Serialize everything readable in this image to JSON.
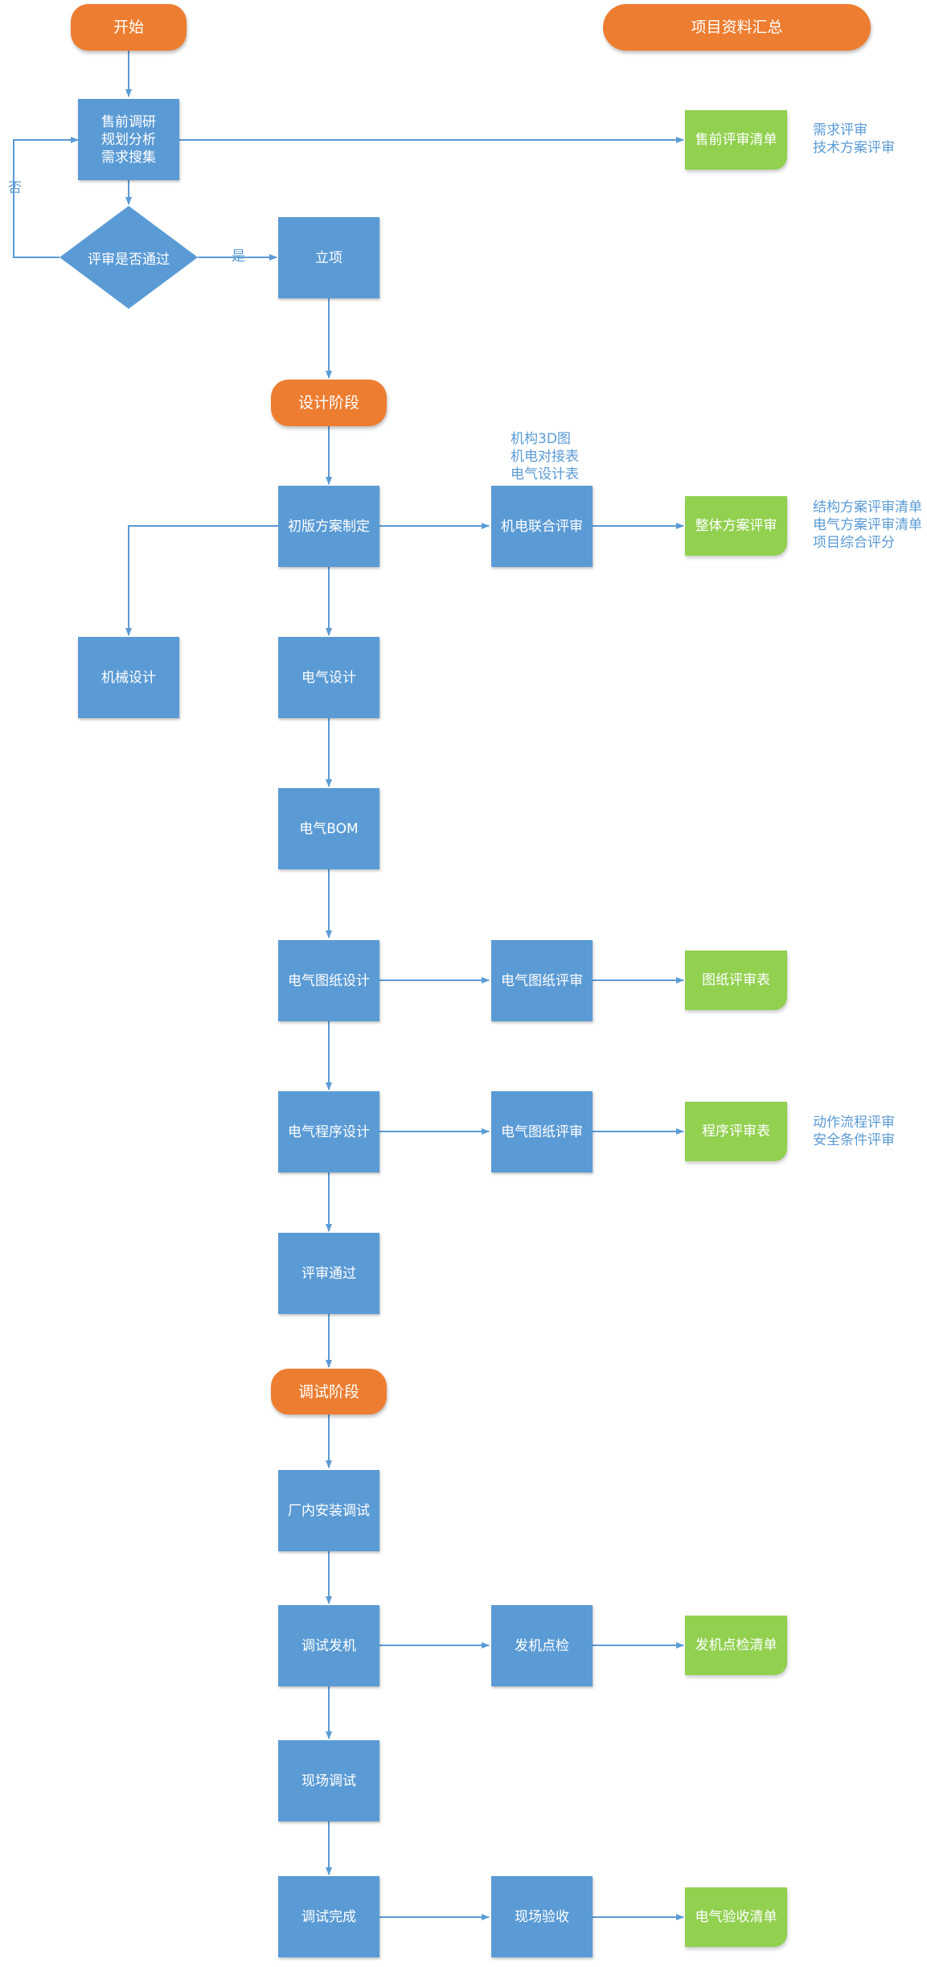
{
  "nodes": {
    "start": "开始",
    "summary": "项目资料汇总",
    "presales": "售前调研\n规划分析\n需求搜集",
    "review_pass": "评审是否通过",
    "yes": "是",
    "no": "否",
    "project_init": "立项",
    "design_phase": "设计阶段",
    "initial_plan": "初版方案制定",
    "mech_elec_review": "机电联合评审",
    "mech_design": "机械设计",
    "elec_design": "电气设计",
    "elec_bom": "电气BOM",
    "elec_drawing_design": "电气图纸设计",
    "elec_drawing_review_1": "电气图纸评审",
    "elec_program_design": "电气程序设计",
    "elec_drawing_review_2": "电气图纸评审",
    "review_passed": "评审通过",
    "debug_phase": "调试阶段",
    "factory_install": "厂内安装调试",
    "debug_dispatch": "调试发机",
    "dispatch_check": "发机点检",
    "site_debug": "现场调试",
    "debug_done": "调试完成",
    "site_acceptance": "现场验收"
  },
  "documents": {
    "presales_list": "售前评审清单",
    "overall_review": "整体方案评审",
    "drawing_review_table": "图纸评审表",
    "program_review_table": "程序评审表",
    "dispatch_check_list": "发机点检清单",
    "acceptance_list": "电气验收清单"
  },
  "notes": {
    "presales_notes": "需求评审\n技术方案评审",
    "mech_elec_inputs": "机构3D图\n机电对接表\n电气设计表",
    "overall_notes": "结构方案评审清单\n电气方案评审清单\n项目综合评分",
    "program_notes": "动作流程评审\n安全条件评审"
  },
  "colors": {
    "process": "#5b9bd5",
    "milestone": "#ed7d31",
    "document": "#92d050",
    "connector": "#5b9bd5",
    "annotation": "#5b9bd5"
  }
}
